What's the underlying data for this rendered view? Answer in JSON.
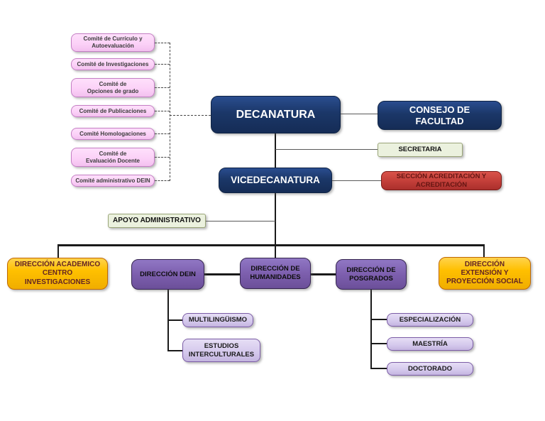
{
  "org_chart": {
    "committees": [
      "Comité de Currículo y\nAutoevaluación",
      "Comité de Investigaciones",
      "Comité  de\nOpciones de grado",
      "Comité de Publicaciones",
      "Comité Homologaciones",
      "Comité de\nEvaluación Docente",
      "Comité administrativo DEIN"
    ],
    "executive": {
      "decanatura": "DECANATURA",
      "consejo_facultad": "CONSEJO DE\nFACULTAD",
      "secretaria": "SECRETARIA",
      "vicedecanatura": "VICEDECANATURA",
      "seccion_acreditacion": "SECCIÓN ACREDITACIÓN Y\nACREDITACIÓN",
      "apoyo_administrativo": "APOYO ADMINISTRATIVO"
    },
    "direcciones": {
      "academico": "DIRECCIÓN ACADEMICO\nCENTRO\nINVESTIGACIONES",
      "dein": "DIRECCIÓN DEIN",
      "humanidades": "DIRECCIÓN DE\nHUMANIDADES",
      "posgrados": "DIRECCIÓN DE\nPOSGRADOS",
      "extension": "DIRECCIÓN\nEXTENSIÓN Y\nPROYECCIÓN SOCIAL"
    },
    "dein_units": [
      "MULTILINGÜISMO",
      "ESTUDIOS\nINTERCULTURALES"
    ],
    "posgrados_units": [
      "ESPECIALIZACIÓN",
      "MAESTRÍA",
      "DOCTORADO"
    ],
    "colors": {
      "navy": "#1b3768",
      "pink": "#fbd0f7",
      "pink_border": "#c57fc5",
      "cream": "#ebf1de",
      "red": "#c4403a",
      "yellow": "#ffc000",
      "purple": "#7d5fae",
      "lavender": "#d4c8ec",
      "line_dark": "#1a1a1a",
      "line_gray": "#595959"
    }
  }
}
